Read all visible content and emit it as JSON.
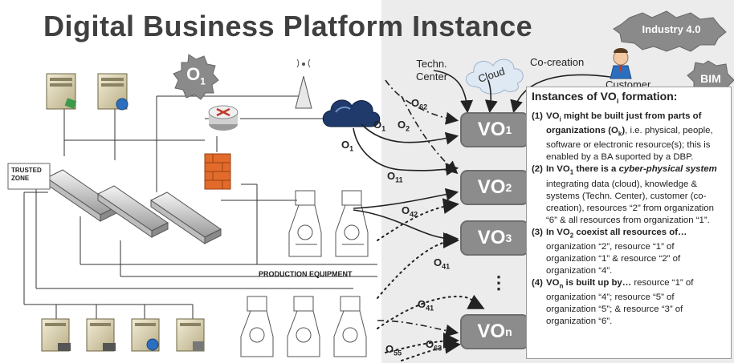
{
  "title": "Digital Business Platform Instance",
  "badges": {
    "o1": "O",
    "o1_sub": "1",
    "industry": "Industry 4.0",
    "bim": "BIM"
  },
  "top_labels": {
    "techn_center": "Techn.\nCenter",
    "techn_line1": "Techn.",
    "techn_line2": "Center",
    "cloud": "Cloud",
    "co_creation": "Co-creation",
    "customer": "Customer"
  },
  "network": {
    "trusted_zone_line1": "TRUSTED",
    "trusted_zone_line2": "ZONE",
    "production_equipment": "PRODUCTION EQUIPMENT"
  },
  "vo_boxes": [
    {
      "main": "VO",
      "sub": "1"
    },
    {
      "main": "VO",
      "sub": "2"
    },
    {
      "main": "VO",
      "sub": "3"
    },
    {
      "main": "VO",
      "sub": "n"
    }
  ],
  "ellipsis": "⋮",
  "arrow_labels": [
    {
      "main": "O",
      "sub": "62"
    },
    {
      "main": "O",
      "sub": "1"
    },
    {
      "main": "O",
      "sub": "2"
    },
    {
      "main": "O",
      "sub": "1"
    },
    {
      "main": "O",
      "sub": "11"
    },
    {
      "main": "O",
      "sub": "42"
    },
    {
      "main": "O",
      "sub": "41"
    },
    {
      "main": "O",
      "sub": "41"
    },
    {
      "main": "O",
      "sub": "55"
    },
    {
      "main": "O",
      "sub": "63"
    }
  ],
  "panel": {
    "title_pre": "Instances of VO",
    "title_sub": "i",
    "title_post": " formation:",
    "items": [
      {
        "num": "(1)",
        "bold1": "VO",
        "bold1_sub": "i",
        "bold2": " might be built just from parts of organizations (O",
        "bold2_sub": "k",
        "bold3": ")",
        "text": ", i.e. physical, people, software or electronic resource(s); this is enabled by a BA suported by a DBP."
      },
      {
        "num": "(2)",
        "bold1": "In VO",
        "bold1_sub": "1",
        "bold2": " there is a ",
        "emph": "cyber-physical system",
        "text": " integrating data (cloud), knowledge & systems (Techn. Center), customer (co-creation), resources “2” from organization “6” & all resources from organization “1”."
      },
      {
        "num": "(3)",
        "bold1": "In VO",
        "bold1_sub": "2",
        "bold2": "  coexist all resources of…",
        "text": " organization “2”, resource “1” of organization “1” & resource “2” of organization “4”."
      },
      {
        "num": "(4)",
        "bold1": "VO",
        "bold1_sub": "n",
        "bold2": "  is built up by…",
        "text": " resource “1” of organization “4”; resource “5” of organization “5”; & resource “3” of organization “6”."
      }
    ]
  },
  "colors": {
    "vo_fill": "#8c8c8c",
    "badge_fill": "#8a8a8a",
    "cloud_dark": "#1f3a6b",
    "firewall": "#e26b2b",
    "router": "#c0392b"
  }
}
